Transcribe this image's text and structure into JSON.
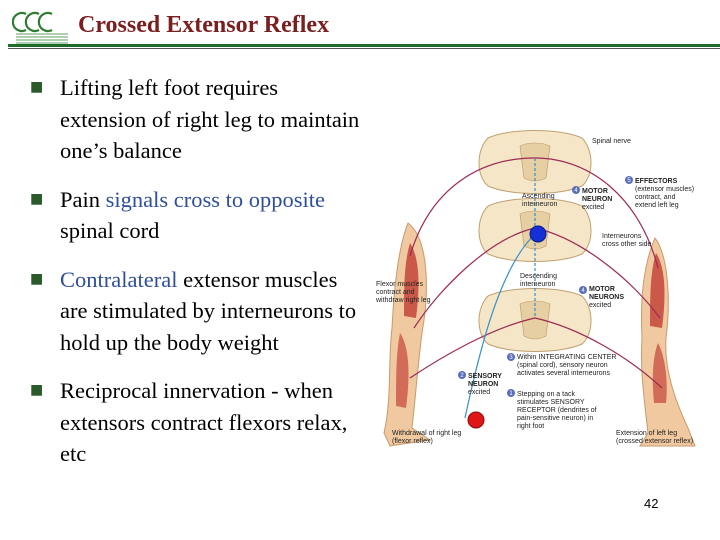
{
  "slide": {
    "title": "Crossed Extensor Reflex",
    "page_number": "42"
  },
  "bullets": [
    {
      "segments": [
        "Lifting left foot requires extension of right leg to maintain one’s balance"
      ]
    },
    {
      "segments": [
        "Pain ",
        "signals cross to opposite",
        " spinal cord"
      ]
    },
    {
      "segments": [
        "Contralateral",
        " extensor muscles are  stimulated by interneurons to hold up the body weight"
      ]
    },
    {
      "segments": [
        "Reciprocal innervation - when extensors contract flexors relax, etc"
      ]
    }
  ],
  "figure": {
    "spinal_nerve": "Spinal nerve",
    "ascending_interneuron": [
      "Ascending",
      "interneuron"
    ],
    "descending_interneuron": [
      "Descending",
      "interneuron"
    ],
    "interneurons_crossing": [
      "Interneurons",
      "cross other side"
    ],
    "flexor_muscles": [
      "Flexor muscles",
      "contract and",
      "withdraw right leg"
    ],
    "step1": [
      "Stepping on a tack",
      "stimulates SENSORY",
      "RECEPTOR (dendrites of",
      "pain-sensitive neuron) in",
      "right foot"
    ],
    "step2": [
      "SENSORY",
      "NEURON",
      "excited"
    ],
    "step3": [
      "Within INTEGRATING CENTER",
      "(spinal cord), sensory neuron",
      "activates several interneurons"
    ],
    "step4_upper": [
      "MOTOR",
      "NEURON",
      "excited"
    ],
    "step4_lower": [
      "MOTOR",
      "NEURONS",
      "excited"
    ],
    "step5": [
      "EFFECTORS",
      "(extensor muscles)",
      "contract, and",
      "extend left leg"
    ],
    "withdrawal_caption": [
      "Withdrawal of right leg",
      "(flexor reflex)"
    ],
    "extension_caption": [
      "Extension of left leg",
      "(crossed extensor reflex)"
    ],
    "marker_colors": {
      "pain_receptor": "#e01515",
      "crossing_neuron": "#1530d8"
    },
    "step_numbers": [
      "1",
      "2",
      "3",
      "4",
      "4",
      "5"
    ]
  }
}
